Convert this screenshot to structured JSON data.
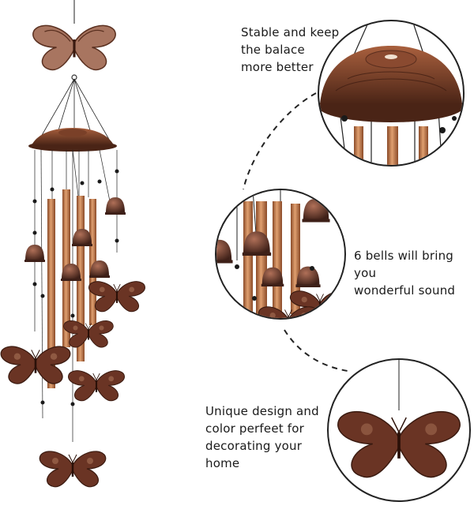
{
  "product": {
    "captions": {
      "stability": "Stable and keep\nthe balace\nmore better",
      "bells": "6 bells will bring you\nwonderful sound",
      "design": "Unique design and\ncolor perfeet for\ndecorating your\nhome"
    },
    "colors": {
      "copper": "#c97a4a",
      "copper_dark": "#5a2e1e",
      "bronze": "#7a4a35",
      "line": "#222222"
    },
    "icons": [
      "butterfly-icon",
      "bell-icon",
      "canopy-icon"
    ]
  }
}
